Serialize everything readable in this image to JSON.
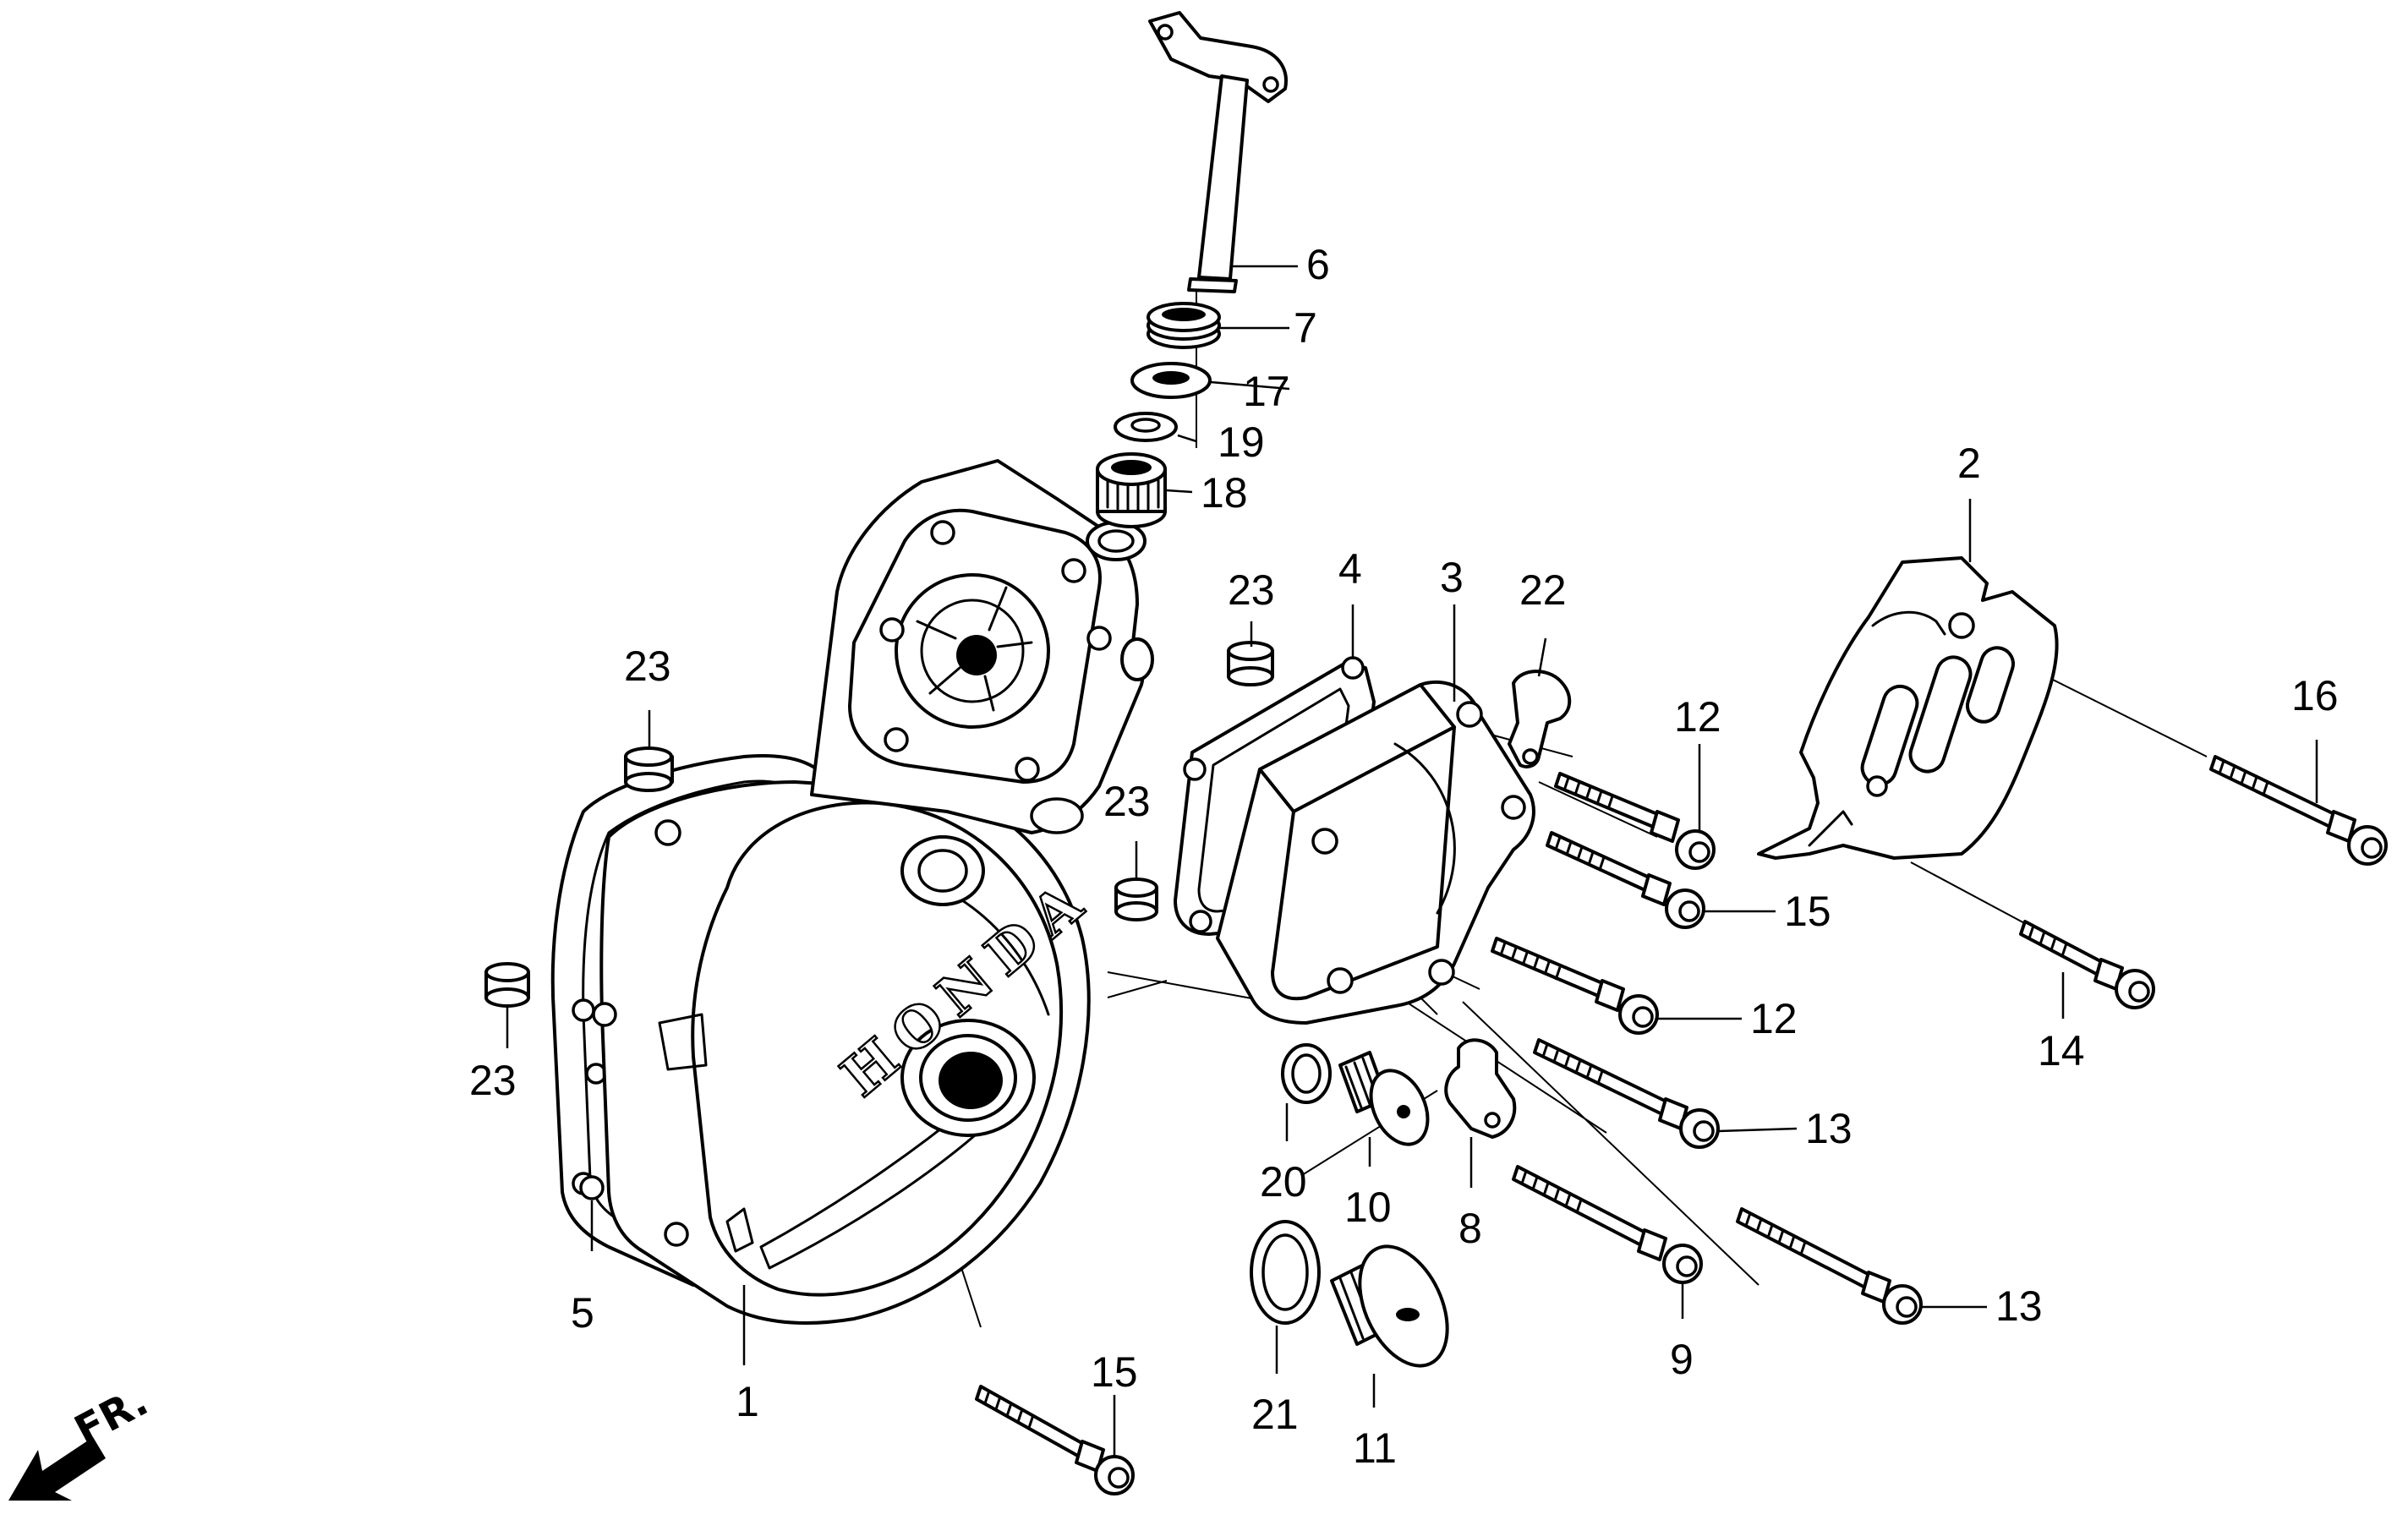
{
  "diagram": {
    "brand_mark": "HONDA",
    "direction_label": "FR.",
    "callouts": [
      {
        "id": "c1",
        "label": "1"
      },
      {
        "id": "c2",
        "label": "2"
      },
      {
        "id": "c3",
        "label": "3"
      },
      {
        "id": "c4",
        "label": "4"
      },
      {
        "id": "c5",
        "label": "5"
      },
      {
        "id": "c6",
        "label": "6"
      },
      {
        "id": "c7",
        "label": "7"
      },
      {
        "id": "c8",
        "label": "8"
      },
      {
        "id": "c9",
        "label": "9"
      },
      {
        "id": "c10",
        "label": "10"
      },
      {
        "id": "c11",
        "label": "11"
      },
      {
        "id": "c12a",
        "label": "12"
      },
      {
        "id": "c12b",
        "label": "12"
      },
      {
        "id": "c13a",
        "label": "13"
      },
      {
        "id": "c13b",
        "label": "13"
      },
      {
        "id": "c14",
        "label": "14"
      },
      {
        "id": "c15a",
        "label": "15"
      },
      {
        "id": "c15b",
        "label": "15"
      },
      {
        "id": "c16",
        "label": "16"
      },
      {
        "id": "c17",
        "label": "17"
      },
      {
        "id": "c18",
        "label": "18"
      },
      {
        "id": "c19",
        "label": "19"
      },
      {
        "id": "c20",
        "label": "20"
      },
      {
        "id": "c21",
        "label": "21"
      },
      {
        "id": "c22",
        "label": "22"
      },
      {
        "id": "c23a",
        "label": "23"
      },
      {
        "id": "c23b",
        "label": "23"
      },
      {
        "id": "c23c",
        "label": "23"
      },
      {
        "id": "c23d",
        "label": "23"
      }
    ]
  }
}
